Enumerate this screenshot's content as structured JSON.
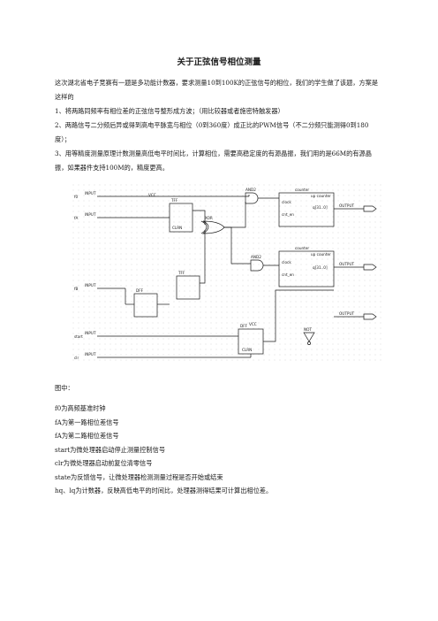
{
  "title": "关于正弦信号相位测量",
  "intro": "这次湖北省电子竞赛有一题是多功能计数器，要求测量10到100K的正弦信号的相位，我们的学生做了该题，方案是这样的",
  "steps": [
    "1、将两路同频率有相位差的正弦信号整形成方波；（用比较器或者施密特触发器）",
    "2、两路信号二分频后异或得到高电平脉宽与相位（0到360度）成正比的PWM信号（不二分频只能测得0到180度）；",
    "3、用等精度测量原理计数测量高低电平时间比，计算相位，需要高稳定度的有源晶振，我们用的是66M的有源晶振，如果器件支持100M的，精度更高。"
  ],
  "schematic": {
    "inputs": [
      "f0",
      "fA",
      "fB",
      "start",
      "clr"
    ],
    "input_tag": "INPUT",
    "output_tag": "OUTPUT",
    "counter_title": "counter",
    "counter_sub": "up counter",
    "counter_ports": [
      "clock",
      "cnt_en",
      "q[31..0]"
    ],
    "dff_labels": [
      "DFF",
      "TFF",
      "PRN",
      "CLRN"
    ],
    "gates": [
      "XOR",
      "AND2",
      "AND2"
    ],
    "vcc": "VCC",
    "not_label": "NOT"
  },
  "legend_head": "图中：",
  "legend": [
    "f0为高频基准时钟",
    "fA为第一路相位差信号",
    "fA为第二路相位差信号",
    "start为微处理器启动停止测量控制信号",
    "clr为微处理器启动前复位清零信号",
    "state为反馈信号，让微处理器检测测量过程是否开始或结束",
    "hq、lq为计数器，反映高低电平的时间比，处理器测得结果可计算出相位差。"
  ]
}
